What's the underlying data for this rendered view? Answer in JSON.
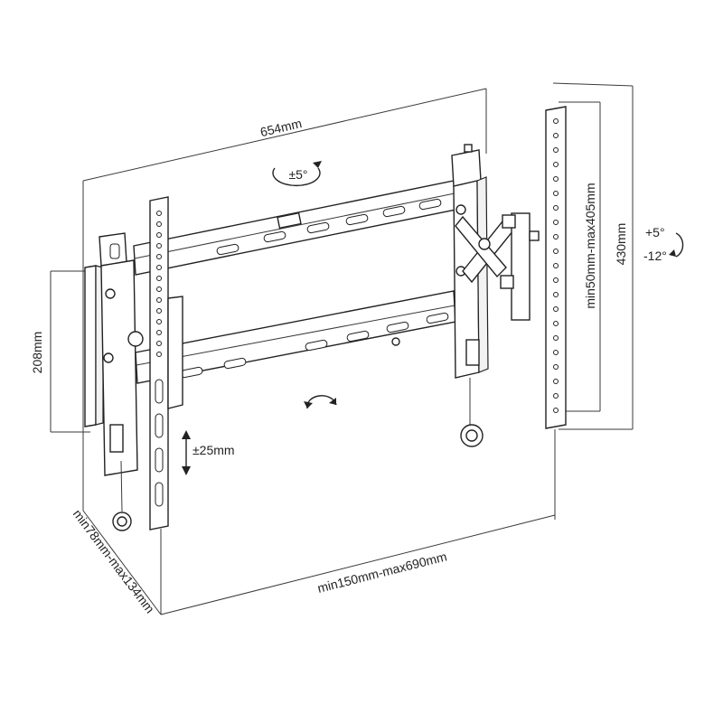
{
  "diagram": {
    "labels": {
      "width_total": "654mm",
      "height_total": "430mm",
      "height_bracket": "208mm",
      "depth": "min78mm-max134mm",
      "vesa_horizontal": "min150mm-max690mm",
      "vesa_vertical": "min50mm-max405mm",
      "swivel": "±5°",
      "tilt_up": "+5°",
      "tilt_down": "-12°",
      "shift": "±25mm"
    },
    "colors": {
      "line": "#222222",
      "fill": "#ffffff"
    }
  }
}
